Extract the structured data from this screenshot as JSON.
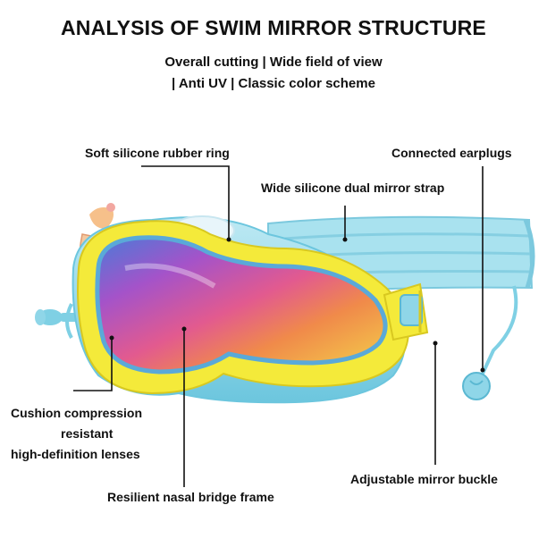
{
  "title": "ANALYSIS OF SWIM MIRROR STRUCTURE",
  "subtitle_line1": "Overall cutting | Wide field of view",
  "subtitle_line2": "| Anti UV | Classic color scheme",
  "callouts": {
    "soft_ring": "Soft silicone rubber ring",
    "earplugs": "Connected earplugs",
    "strap": "Wide silicone dual mirror strap",
    "cushion_line1": "Cushion compression",
    "cushion_line2": "resistant",
    "cushion_line3": "high-definition lenses",
    "buckle": "Adjustable mirror buckle",
    "nasal": "Resilient nasal bridge frame"
  },
  "colors": {
    "frame_yellow": "#f4ea3a",
    "skirt_blue": "#8fd6e8",
    "strap_blue": "#a9e2ef",
    "earplug_blue": "#7fd0e4",
    "accent_pink": "#f2a7a0"
  }
}
